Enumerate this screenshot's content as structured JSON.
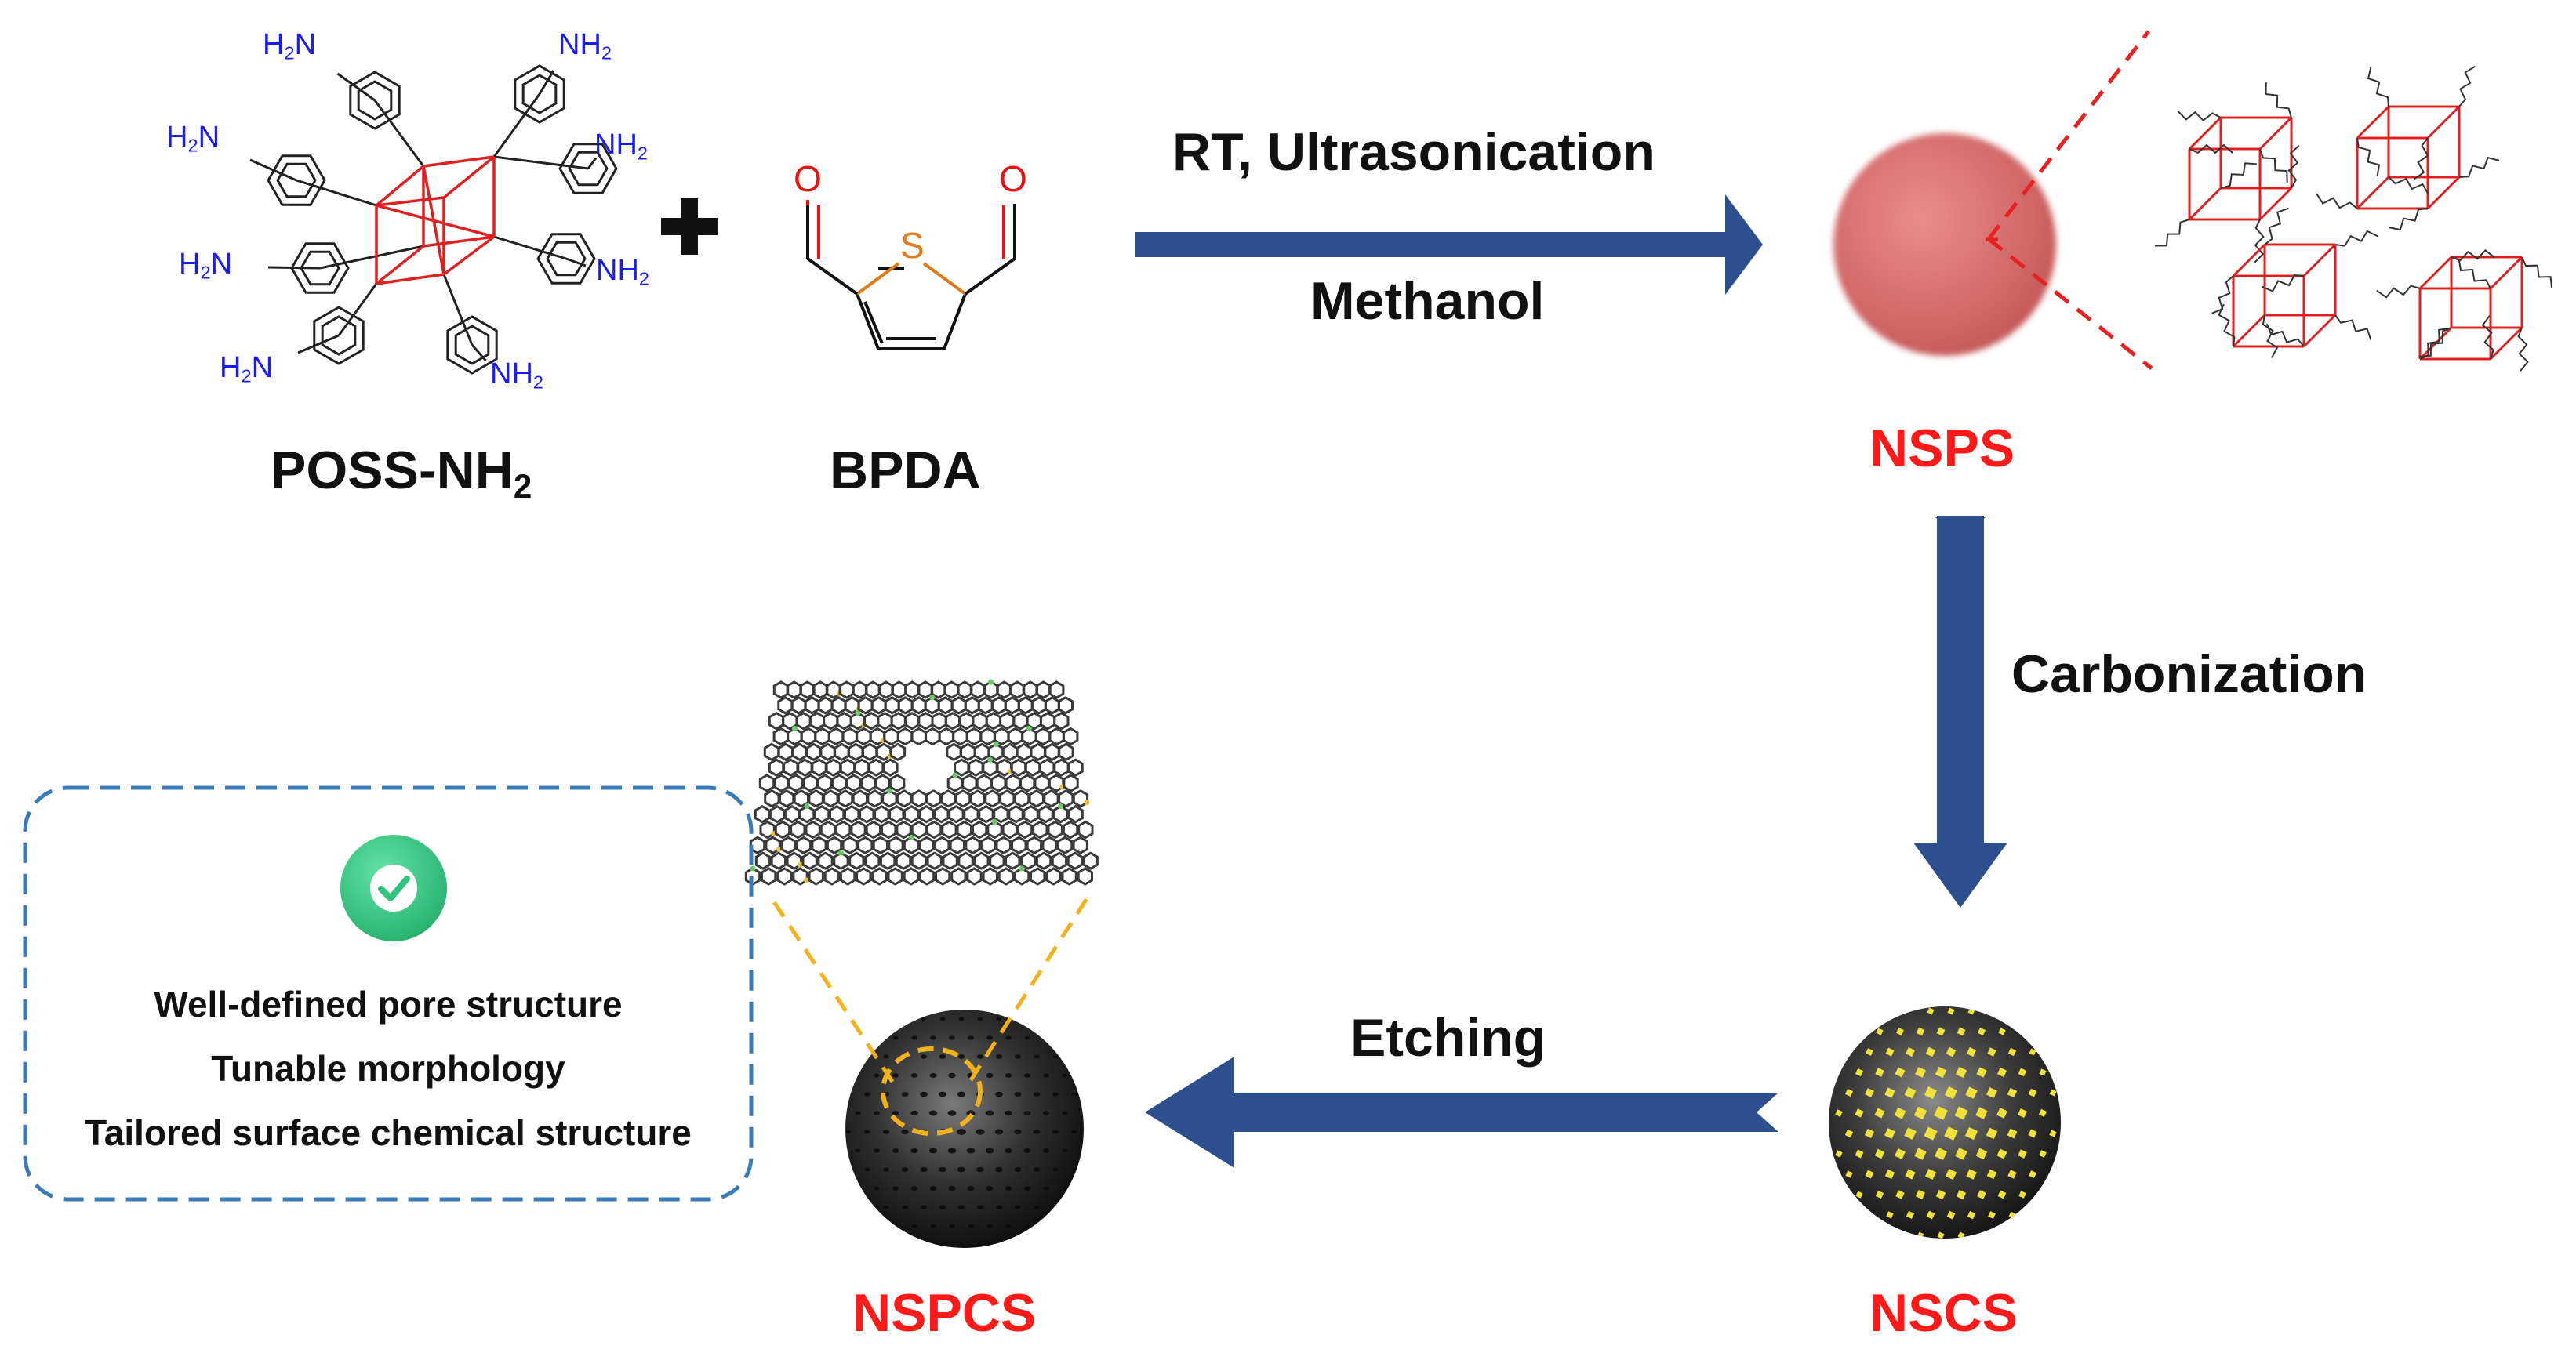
{
  "reactants": {
    "poss_label": "POSS-NH",
    "poss_label_sub": "2",
    "amine_prefix": "H",
    "amine_prefix_sub": "2",
    "amine_n": "N",
    "amine_suffix": "NH",
    "amine_suffix_sub": "2",
    "plus": "+",
    "bpda_label": "BPDA",
    "bpda_s": "S",
    "bpda_o": "O"
  },
  "steps": {
    "step1_top": "RT, Ultrasonication",
    "step1_bottom": "Methanol",
    "step2": "Carbonization",
    "step3": "Etching"
  },
  "products": {
    "nsps": "NSPS",
    "nscs": "NSCS",
    "nspcs": "NSPCS"
  },
  "features": {
    "lines": [
      "Well-defined pore structure",
      "Tunable morphology",
      "Tailored surface chemical structure"
    ]
  },
  "colors": {
    "arrow": "#2e4f8e",
    "label_red": "#ff1a1a",
    "cage_red": "#e02020",
    "amine_blue": "#1a1aff",
    "sulfur_orange": "#e07a1a",
    "oxygen_red": "#ee1111",
    "box_dash": "#3a7ab8",
    "yellow_dash": "#f2b21b",
    "check_green": "#33c480",
    "graphene": "#3a3a3a",
    "dopant_yellow": "#e8c23a",
    "dopant_green": "#6ac86a"
  }
}
